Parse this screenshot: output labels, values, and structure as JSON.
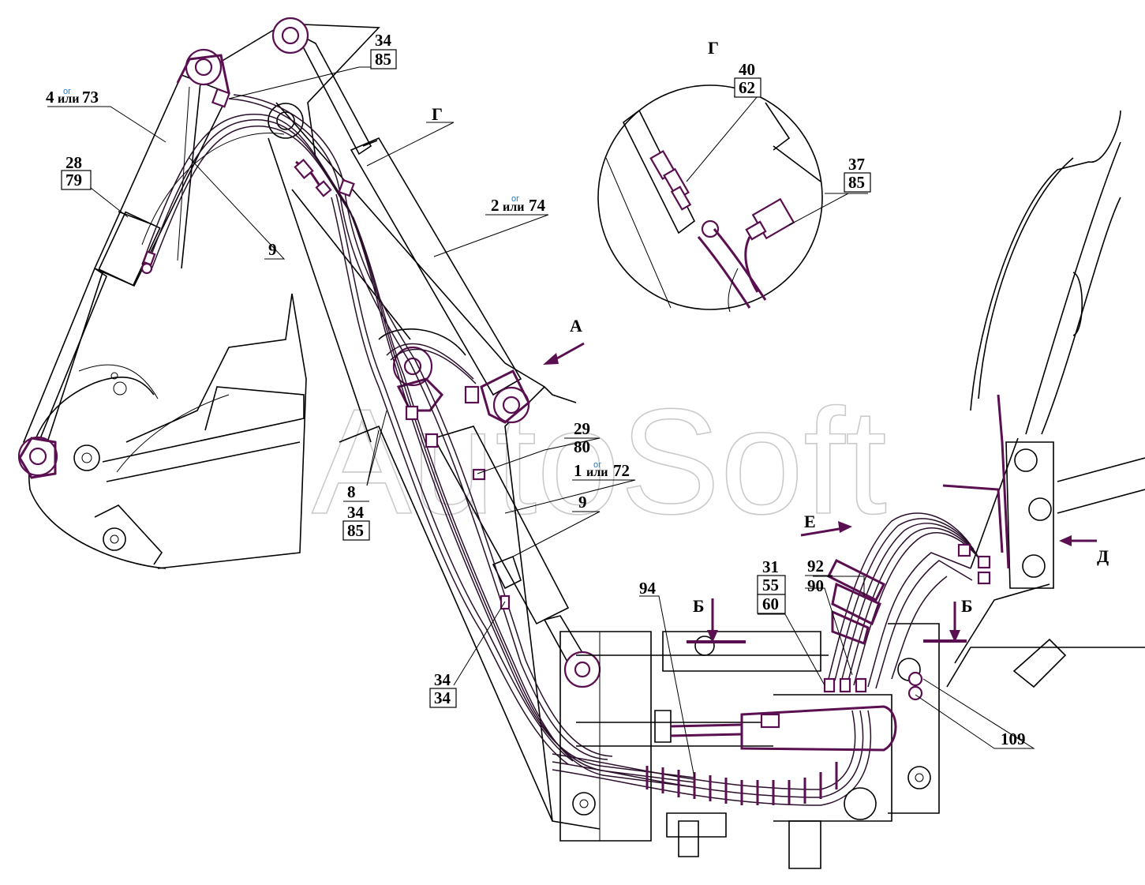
{
  "watermark": "AutoSoft",
  "views": {
    "detail_title": "Г",
    "arrow_a": "А",
    "arrow_g": "Г",
    "arrow_e": "Е",
    "arrow_d": "Д",
    "section_b_left": "Б",
    "section_b_right": "Б"
  },
  "callouts": {
    "c_34_85_top": {
      "top": "34",
      "bottom": "85"
    },
    "c_4_73": {
      "a": "4",
      "og": "ог",
      "ili": "или",
      "b": "73"
    },
    "c_28_79": {
      "top": "28",
      "bottom": "79"
    },
    "c_9_left": "9",
    "c_2_74": {
      "a": "2",
      "og": "ог",
      "ili": "или",
      "b": "74"
    },
    "c_29_80": {
      "top": "29",
      "bottom": "80"
    },
    "c_1_72": {
      "a": "1",
      "og": "ог",
      "ili": "или",
      "b": "72"
    },
    "c_9_right": "9",
    "c_8_34_85": {
      "a": "8",
      "b": "34",
      "c": "85"
    },
    "c_34_34": {
      "top": "34",
      "bottom": "34"
    },
    "c_94": "94",
    "c_40_62": {
      "top": "40",
      "bottom": "62"
    },
    "c_37_85": {
      "top": "37",
      "bottom": "85"
    },
    "c_31_55_60": {
      "a": "31",
      "b": "55",
      "c": "60"
    },
    "c_92_90": {
      "top": "92",
      "bottom": "90"
    },
    "c_109": "109"
  }
}
